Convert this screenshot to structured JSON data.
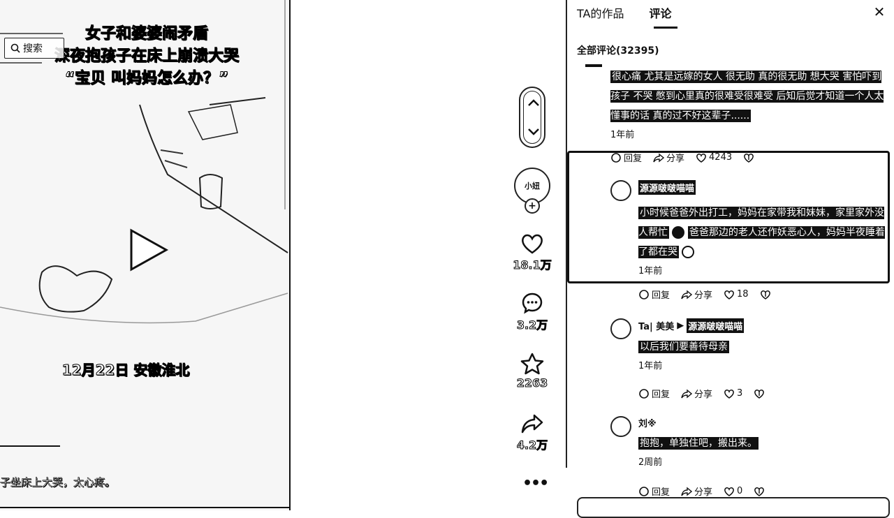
{
  "video": {
    "title_lines": [
      "女子和婆婆闹矛盾",
      "深夜抱孩子在床上崩溃大哭",
      "“宝贝 叫妈妈怎么办？”"
    ],
    "search_label": "搜索",
    "date_location": "12月22日 安徽淮北",
    "description": "子坐床上大哭，太心疼。"
  },
  "rail": {
    "avatar_label": "小妞",
    "like_count": "18.1万",
    "comment_count": "3.2万",
    "favorite_count": "2263",
    "share_count": "4.2万",
    "more": "•••"
  },
  "panel": {
    "tabs": [
      {
        "label": "TA的作品",
        "active": false
      },
      {
        "label": "评论",
        "active": true
      }
    ],
    "close": "✕",
    "total": "全部评论(32395)",
    "comments": [
      {
        "text": "很心痛 尤其是远嫁的女人 很无助 真的很无助 想大哭 害怕吓到孩子 不哭 憋到心里真的很难受很难受 后知后觉才知道一个人太懂事的话 真的过不好这辈子......",
        "time": "1年前",
        "reply": "回复",
        "share": "分享",
        "likes": "4243"
      },
      {
        "name": "源源啵啵喵喵",
        "text_a": "小时候爸爸外出打工，妈妈在家带我和妹妹，家里家外没人帮忙",
        "text_b": "爸爸那边的老人还作妖恶心人，妈妈半夜睡着了都在哭",
        "time": "1年前",
        "reply": "回复",
        "share": "分享",
        "likes": "18"
      },
      {
        "name": "Ta| 美美",
        "reply_to": "源源啵啵喵喵",
        "text": "以后我们要善待母亲",
        "time": "1年前",
        "reply": "回复",
        "share": "分享",
        "likes": "3"
      },
      {
        "name": "刘※",
        "text": "抱抱，单独住吧，搬出来。",
        "time": "2周前",
        "reply": "回复",
        "share": "分享",
        "likes": "0"
      }
    ]
  }
}
